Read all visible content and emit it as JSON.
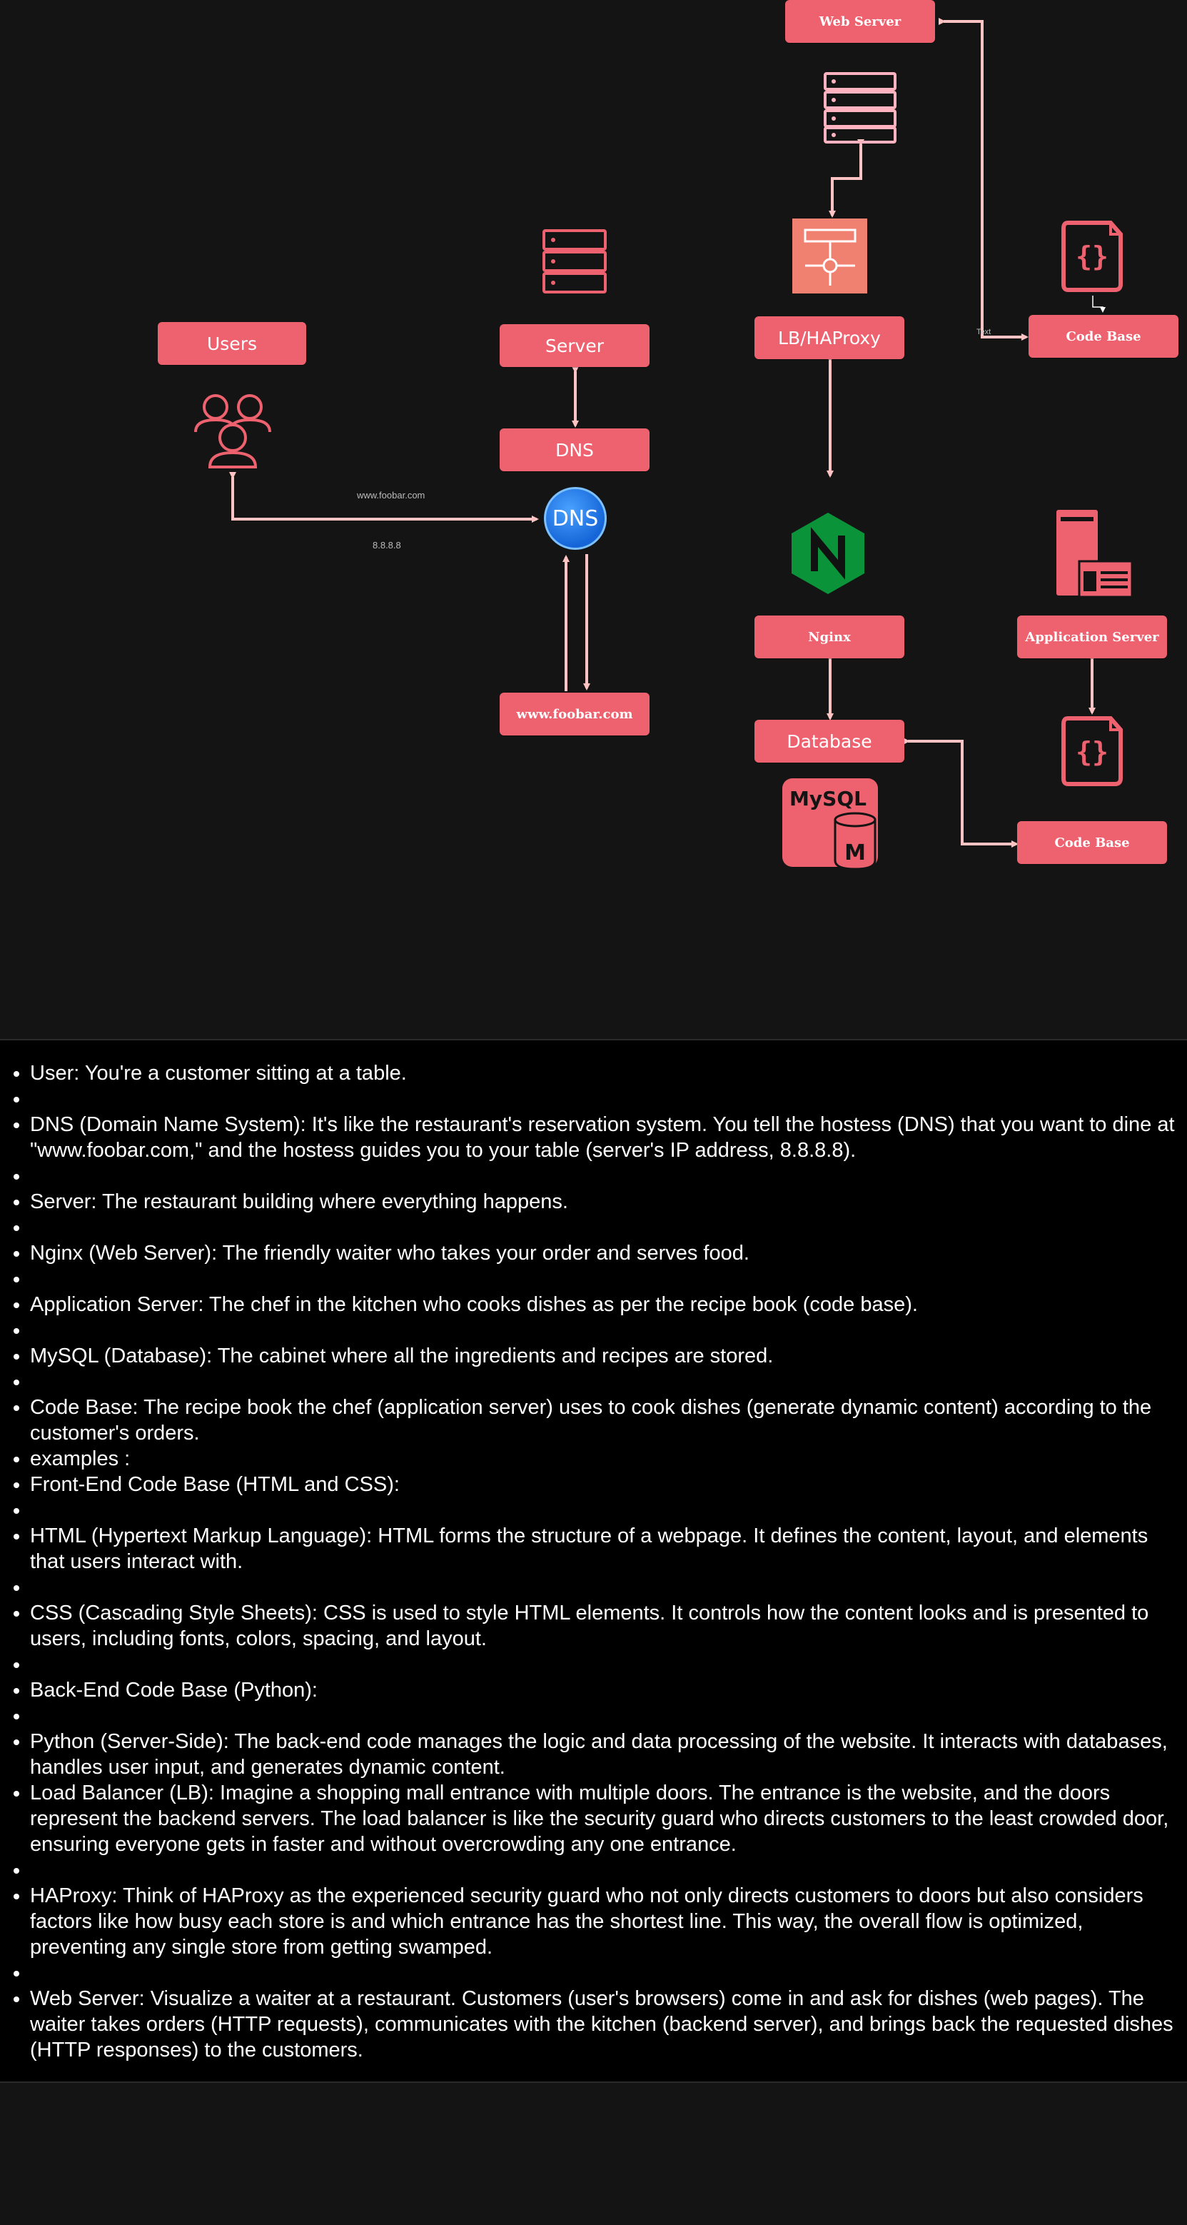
{
  "diagram": {
    "nodes": {
      "web_server": "Web Server",
      "users": "Users",
      "server": "Server",
      "dns_box": "DNS",
      "lb": "LB/HAProxy",
      "code_base_top": "Code Base",
      "nginx": "Nginx",
      "app_server": "Application Server",
      "database": "Database",
      "code_base_bottom": "Code Base",
      "www": "www.foobar.com"
    },
    "dns_globe": "DNS",
    "edge_labels": {
      "domain": "www.foobar.com",
      "ip": "8.8.8.8",
      "text": "Text"
    },
    "mysql_logo": "MySQL",
    "mysql_m": "M",
    "colors": {
      "node": "#ee6270",
      "arrow": "#ffc3c3",
      "background": "#141414",
      "nginx": "#0a9338",
      "globe": "#1e88e5"
    },
    "icons": [
      "server-rack-icon",
      "load-balancer-icon",
      "code-file-icon",
      "users-icon",
      "dns-globe-icon",
      "nginx-icon",
      "application-server-icon",
      "mysql-icon"
    ]
  },
  "notes": [
    "User: You're a customer sitting at a table.",
    "",
    "DNS (Domain Name System): It's like the restaurant's reservation system. You tell the hostess (DNS) that you want to dine at \"www.foobar.com,\" and the hostess guides you to your table (server's IP address, 8.8.8.8).",
    "",
    "Server: The restaurant building where everything happens.",
    "",
    "Nginx (Web Server): The friendly waiter who takes your order and serves food.",
    "",
    "Application Server: The chef in the kitchen who cooks dishes as per the recipe book (code base).",
    "",
    "MySQL (Database): The cabinet where all the ingredients and recipes are stored.",
    "",
    "Code Base: The recipe book the chef (application server) uses to cook dishes (generate dynamic content) according to the customer's orders.",
    "examples :",
    "Front-End Code Base (HTML and CSS):",
    "",
    "HTML (Hypertext Markup Language): HTML forms the structure of a webpage. It defines the content, layout, and elements that users interact with.",
    "",
    "CSS (Cascading Style Sheets): CSS is used to style HTML elements. It controls how the content looks and is presented to users, including fonts, colors, spacing, and layout.",
    "",
    "Back-End Code Base (Python):",
    "",
    "Python (Server-Side): The back-end code manages the logic and data processing of the website. It interacts with databases, handles user input, and generates dynamic content.",
    "Load Balancer (LB): Imagine a shopping mall entrance with multiple doors. The entrance is the website, and the doors represent the backend servers. The load balancer is like the security guard who directs customers to the least crowded door, ensuring everyone gets in faster and without overcrowding any one entrance.",
    "",
    "HAProxy: Think of HAProxy as the experienced security guard who not only directs customers to doors but also considers factors like how busy each store is and which entrance has the shortest line. This way, the overall flow is optimized, preventing any single store from getting swamped.",
    "",
    "Web Server: Visualize a waiter at a restaurant. Customers (user's browsers) come in and ask for dishes (web pages). The waiter takes orders (HTTP requests), communicates with the kitchen (backend server), and brings back the requested dishes (HTTP responses) to the customers."
  ]
}
